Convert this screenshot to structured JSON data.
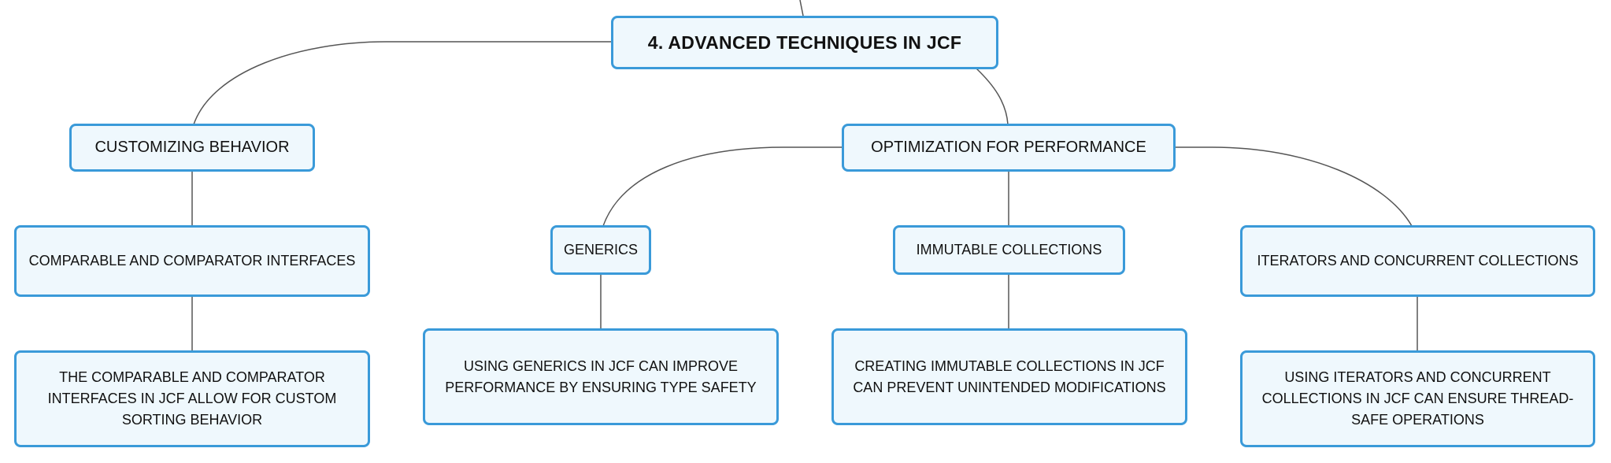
{
  "diagram": {
    "root": {
      "label": "4. ADVANCED TECHNIQUES IN JCF"
    },
    "customizing": {
      "label": "CUSTOMIZING BEHAVIOR",
      "child": {
        "label": "COMPARABLE AND COMPARATOR INTERFACES"
      },
      "detail": {
        "label": "THE COMPARABLE AND COMPARATOR INTERFACES IN JCF ALLOW FOR CUSTOM SORTING BEHAVIOR"
      }
    },
    "optimization": {
      "label": "OPTIMIZATION FOR PERFORMANCE",
      "generics": {
        "label": "GENERICS",
        "detail": "USING GENERICS IN JCF CAN IMPROVE PERFORMANCE BY ENSURING TYPE SAFETY"
      },
      "immutable": {
        "label": "IMMUTABLE COLLECTIONS",
        "detail": "CREATING IMMUTABLE COLLECTIONS IN JCF CAN PREVENT UNINTENDED MODIFICATIONS"
      },
      "iterators": {
        "label": "ITERATORS AND CONCURRENT COLLECTIONS",
        "detail": "USING ITERATORS AND CONCURRENT COLLECTIONS IN JCF CAN ENSURE THREAD-SAFE OPERATIONS"
      }
    }
  },
  "colors": {
    "border": "#3a9ad9",
    "fill": "#eff8fd",
    "line": "#555555"
  }
}
